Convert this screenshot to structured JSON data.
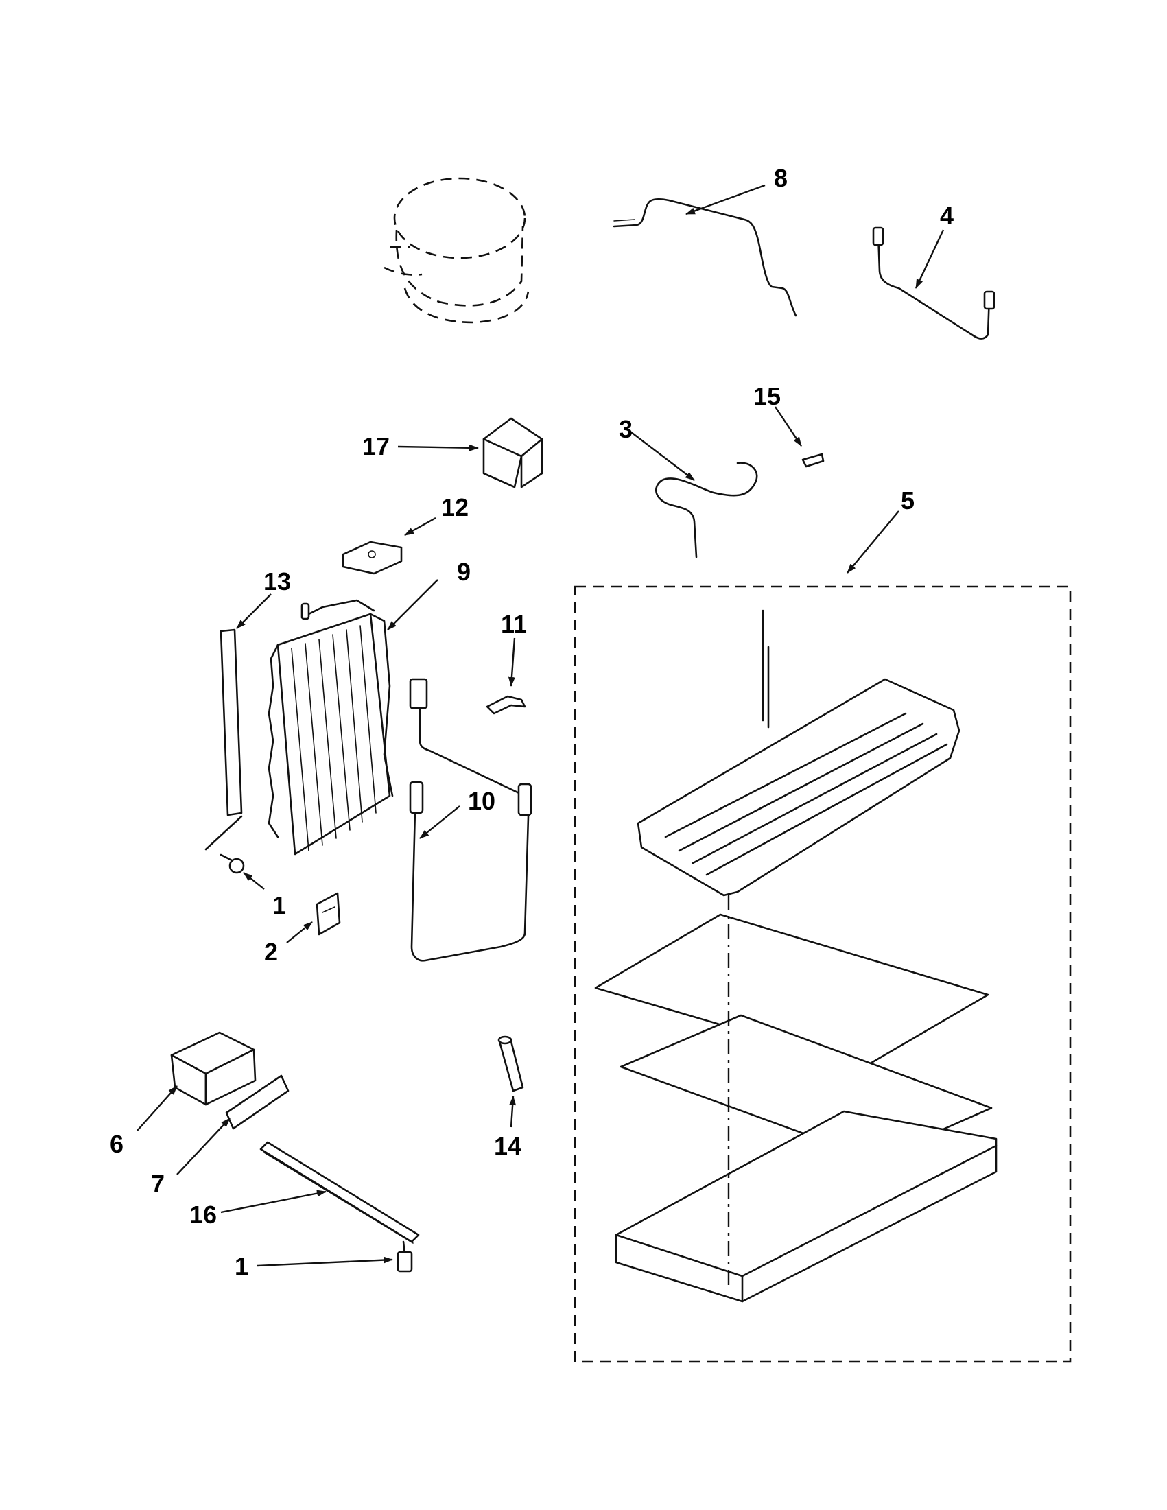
{
  "callouts": [
    "8",
    "4",
    "17",
    "3",
    "15",
    "12",
    "5",
    "13",
    "9",
    "11",
    "10",
    "1",
    "2",
    "14",
    "6",
    "7",
    "16",
    "1"
  ]
}
